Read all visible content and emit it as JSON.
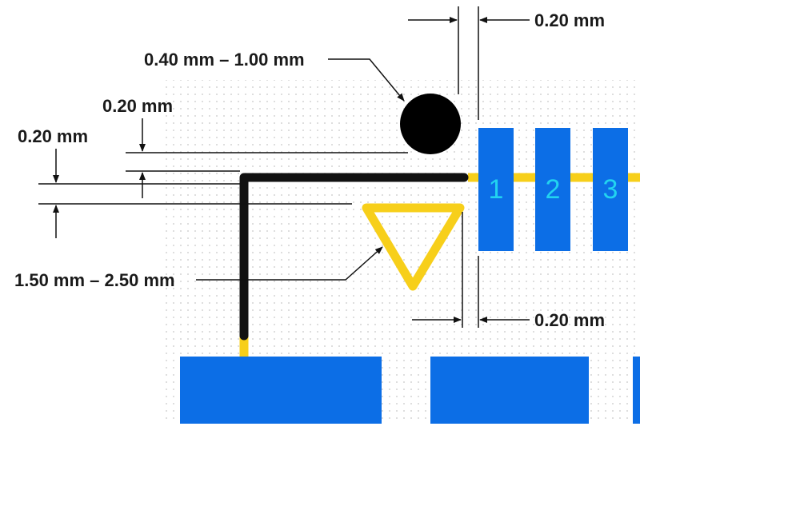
{
  "labels": {
    "pad_spacing_top": "0.20 mm",
    "circle_diameter": "0.40 mm – 1.00 mm",
    "line_offset": "0.20 mm",
    "line_width": "0.20 mm",
    "triangle_size": "1.50 mm – 2.50 mm",
    "pad_spacing_bottom": "0.20 mm"
  },
  "pins": [
    "1",
    "2",
    "3"
  ],
  "colors": {
    "pad": "#0c6ee6",
    "trace": "#f7cf1a",
    "silkscreen": "#111111",
    "pin_text": "#22d3f0",
    "grid_dot": "#c8c8c8",
    "dimension": "#111111"
  }
}
